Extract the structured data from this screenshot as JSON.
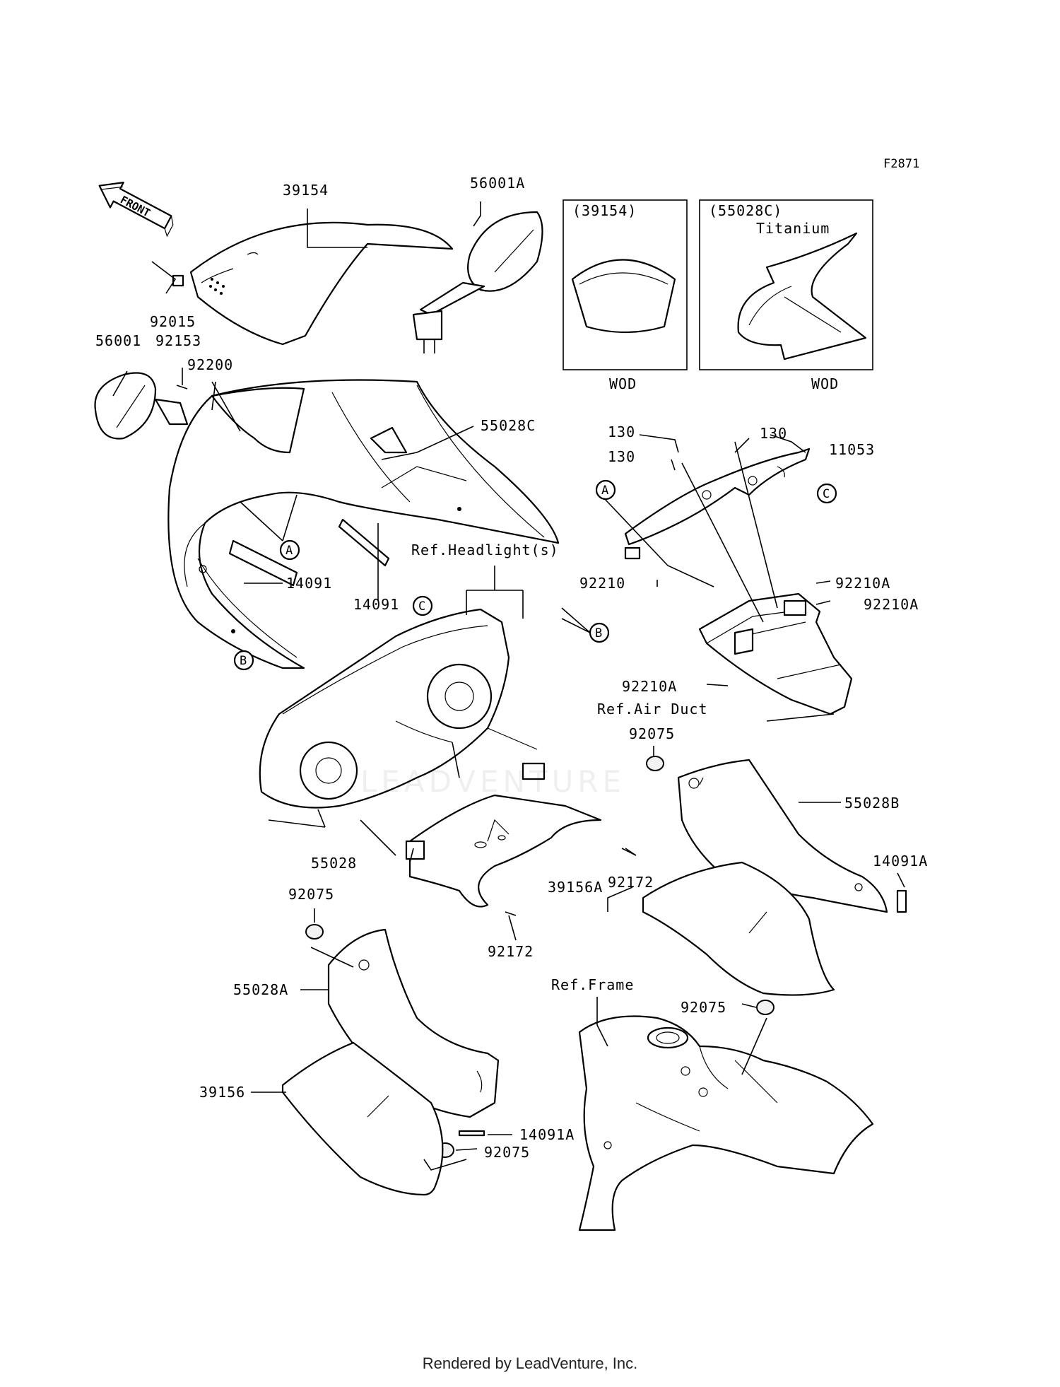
{
  "figure_code": "F2871",
  "front_arrow": "FRONT",
  "footer": "Rendered by LeadVenture, Inc.",
  "watermark": "LEADVENTURE",
  "insets": [
    {
      "title": "(39154)",
      "subtitle": "",
      "note": "WOD"
    },
    {
      "title": "(55028C)",
      "subtitle": "Titanium",
      "note": "WOD"
    }
  ],
  "callouts": [
    "A",
    "B",
    "C"
  ],
  "labels": {
    "p39154": "39154",
    "p56001A": "56001A",
    "p92015": "92015",
    "p56001": "56001",
    "p92153": "92153",
    "p92200": "92200",
    "p55028C": "55028C",
    "p14091_a": "14091",
    "p14091_b": "14091",
    "ref_headlight": "Ref.Headlight(s)",
    "p130_a": "130",
    "p130_b": "130",
    "p130_c": "130",
    "p11053": "11053",
    "p92210": "92210",
    "p92210A_a": "92210A",
    "p92210A_b": "92210A",
    "p92210A_c": "92210A",
    "ref_air_duct": "Ref.Air Duct",
    "p92075_a": "92075",
    "p55028B": "55028B",
    "p14091A_a": "14091A",
    "p39156A": "39156A",
    "p92172_a": "92172",
    "p55028": "55028",
    "p92172_b": "92172",
    "p92075_b": "92075",
    "p55028A": "55028A",
    "ref_frame": "Ref.Frame",
    "p92075_c": "92075",
    "p39156": "39156",
    "p14091A_b": "14091A",
    "p92075_d": "92075"
  }
}
